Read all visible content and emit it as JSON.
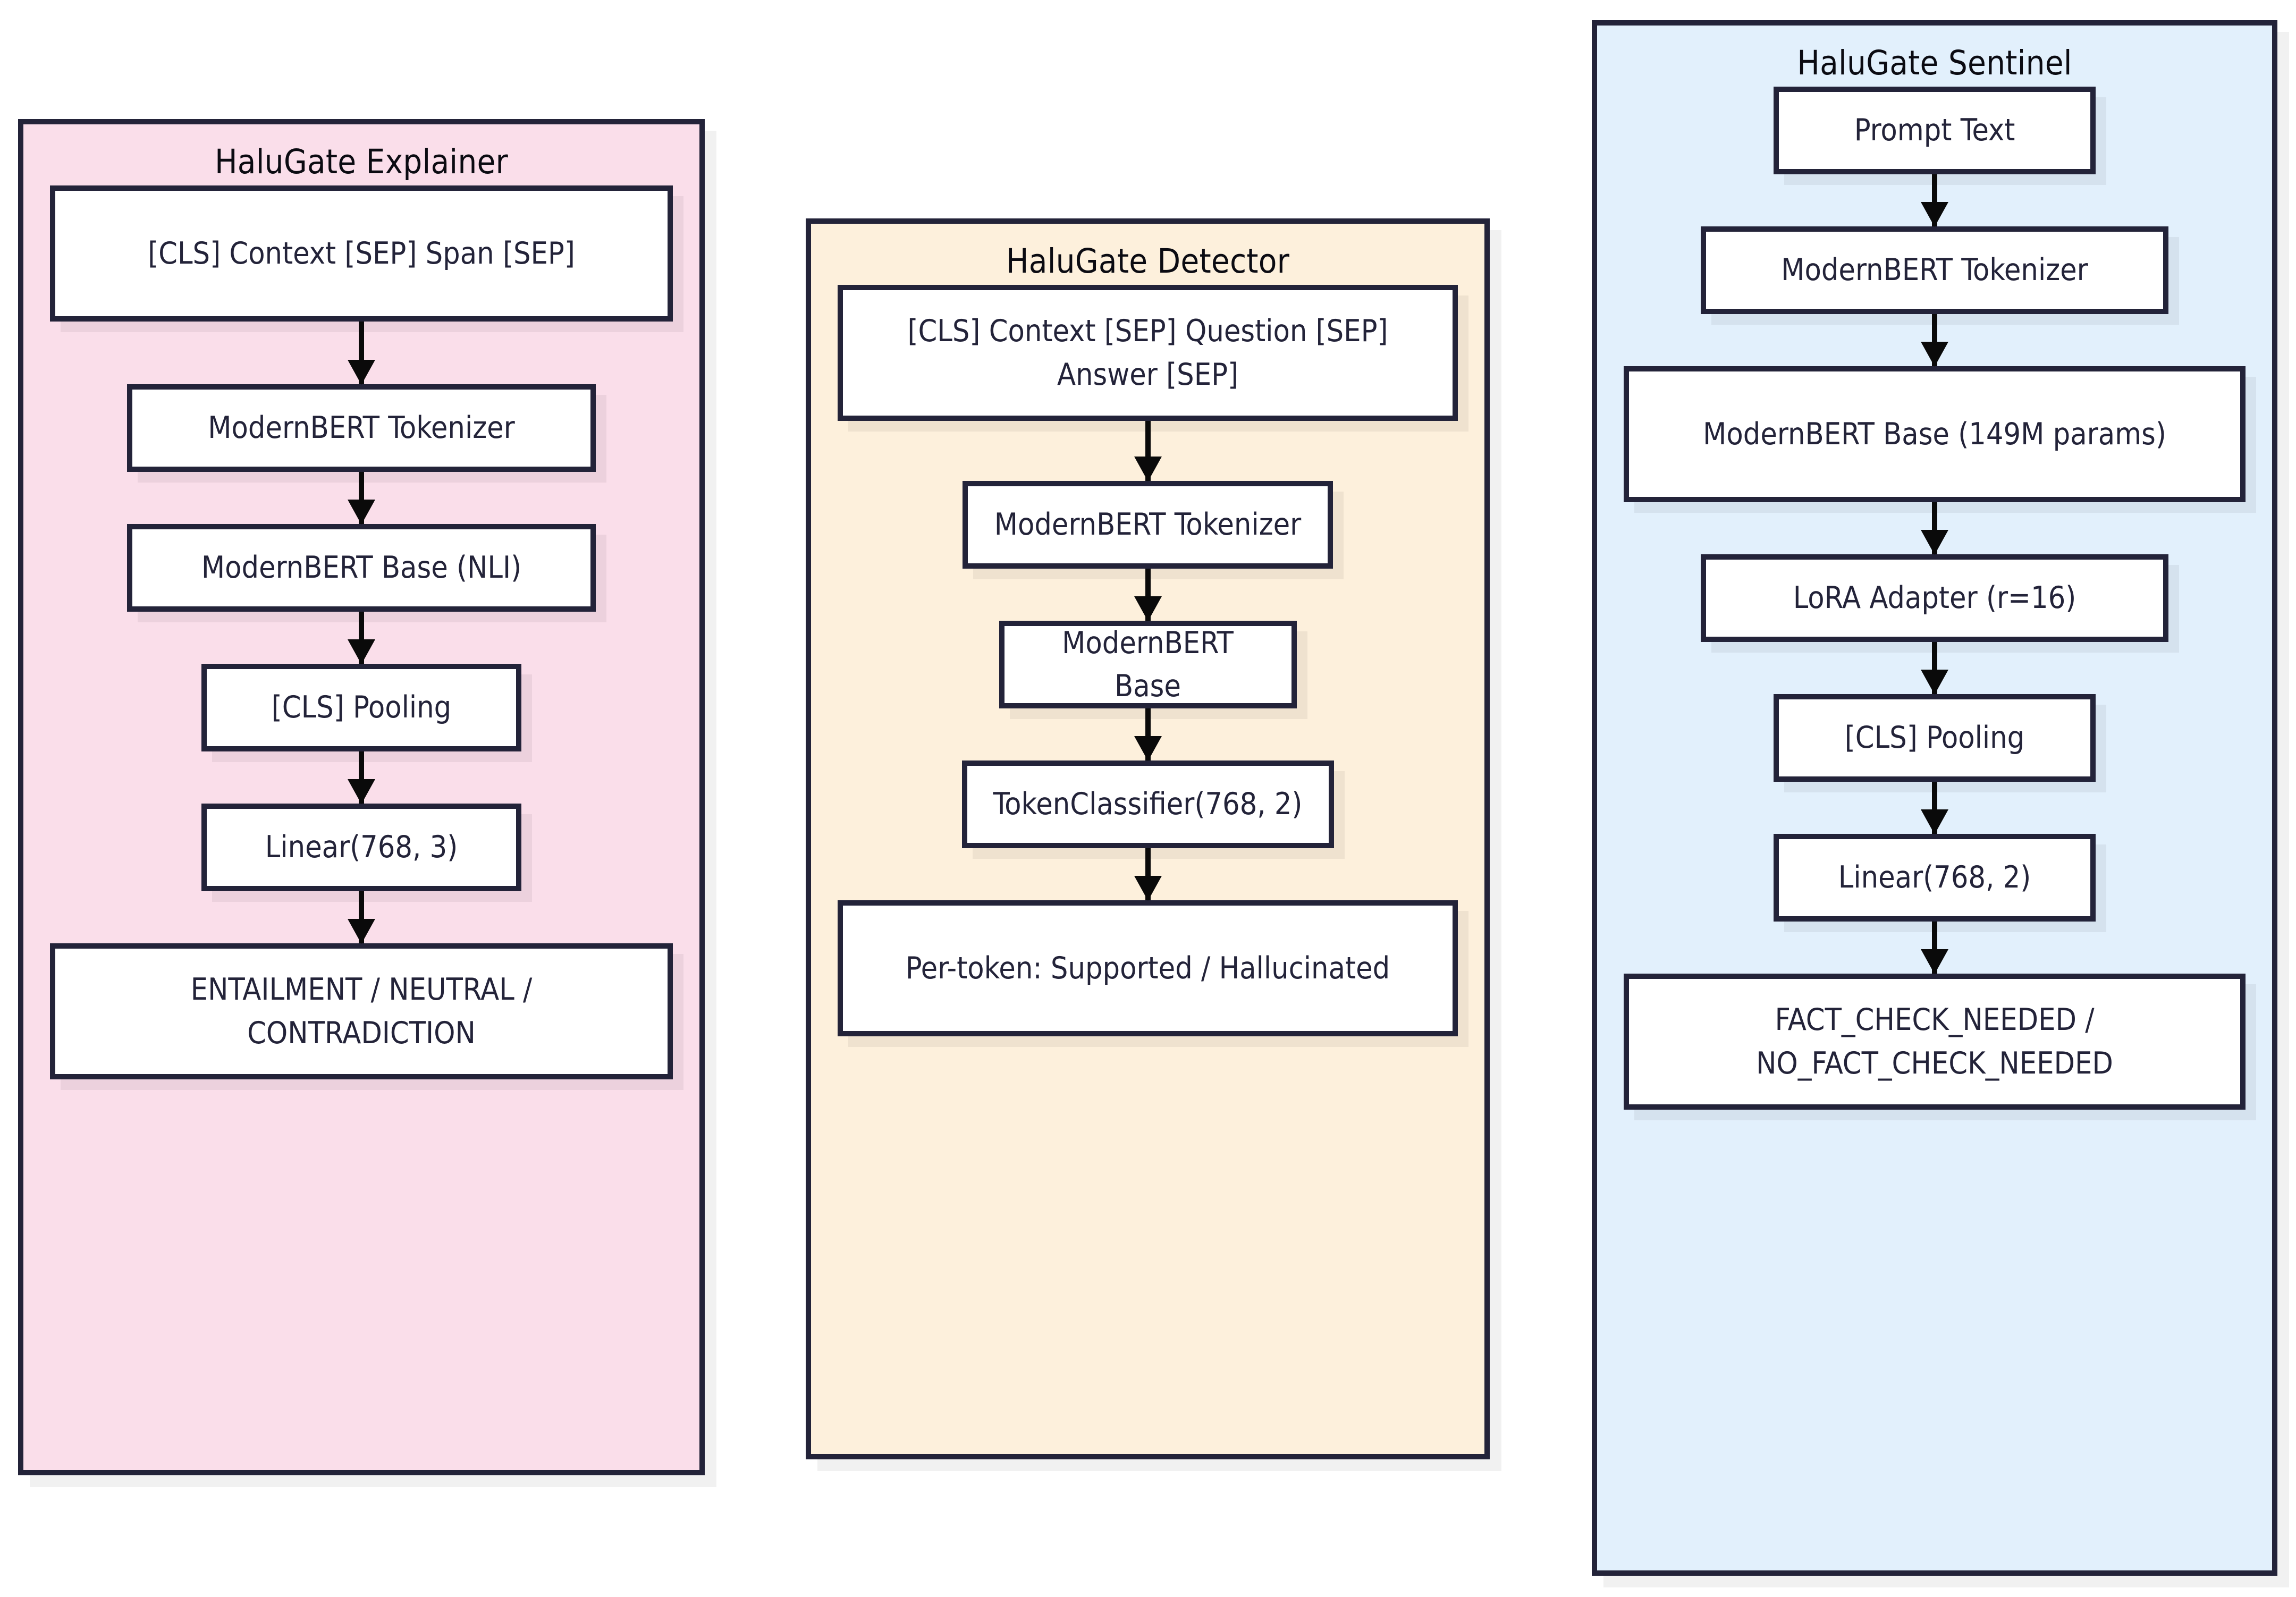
{
  "diagram": {
    "type": "flowchart",
    "background": "#ffffff",
    "node_fill": "#ffffff",
    "node_stroke": "#232339",
    "arrow_color": "#0a0a0a"
  },
  "groups": [
    {
      "id": "explainer",
      "title": "HaluGate Explainer",
      "fill": "#fadeea",
      "nodes": [
        {
          "label": "[CLS] Context [SEP] Span [SEP]"
        },
        {
          "label": "ModernBERT Tokenizer"
        },
        {
          "label": "ModernBERT Base (NLI)"
        },
        {
          "label": "[CLS] Pooling"
        },
        {
          "label": "Linear(768, 3)"
        },
        {
          "label": "ENTAILMENT / NEUTRAL / CONTRADICTION"
        }
      ]
    },
    {
      "id": "detector",
      "title": "HaluGate Detector",
      "fill": "#fdf0dc",
      "nodes": [
        {
          "label": "[CLS] Context [SEP] Question [SEP] Answer [SEP]"
        },
        {
          "label": "ModernBERT Tokenizer"
        },
        {
          "label": "ModernBERT Base"
        },
        {
          "label": "TokenClassifier(768, 2)"
        },
        {
          "label": "Per-token: Supported / Hallucinated"
        }
      ]
    },
    {
      "id": "sentinel",
      "title": "HaluGate Sentinel",
      "fill": "#e2f0fc",
      "nodes": [
        {
          "label": "Prompt Text"
        },
        {
          "label": "ModernBERT Tokenizer"
        },
        {
          "label": "ModernBERT Base (149M params)"
        },
        {
          "label": "LoRA Adapter (r=16)"
        },
        {
          "label": "[CLS] Pooling"
        },
        {
          "label": "Linear(768, 2)"
        },
        {
          "label": "FACT_CHECK_NEEDED / NO_FACT_CHECK_NEEDED"
        }
      ]
    }
  ]
}
